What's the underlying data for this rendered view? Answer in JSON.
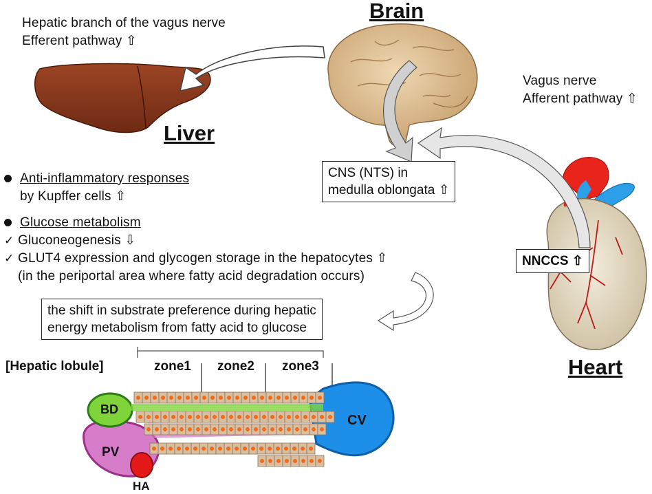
{
  "titles": {
    "brain": "Brain",
    "liver": "Liver",
    "heart": "Heart"
  },
  "hepatic_branch": {
    "line1": "Hepatic branch of  the vagus nerve",
    "line2": "Efferent pathway ⇧"
  },
  "vagus_nerve": {
    "line1": "Vagus nerve",
    "line2": "Afferent pathway ⇧"
  },
  "cns_box": {
    "line1": "CNS (NTS) in",
    "line2": "medulla oblongata ⇧"
  },
  "nnccs_box": "NNCCS ⇧",
  "anti_inflammatory": {
    "line1": "Anti-inflammatory  responses",
    "line2": "by Kupffer  cells ⇧"
  },
  "glucose": {
    "heading": "Glucose metabolism",
    "check1": "Gluconeogenesis ⇩",
    "check2": "GLUT4 expression and glycogen storage in the hepatocytes ⇧",
    "note": "(in the periportal area where fatty acid degradation occurs)"
  },
  "shift_box": {
    "line1": "the shift in substrate preference during hepatic",
    "line2": "energy metabolism  from fatty acid to glucose"
  },
  "lobule": {
    "heading": "[Hepatic lobule]",
    "zone1": "zone1",
    "zone2": "zone2",
    "zone3": "zone3",
    "bd": "BD",
    "pv": "PV",
    "ha": "HA",
    "cv": "CV"
  },
  "colors": {
    "liver": "#8b3a1e",
    "brain": "#d9bd92",
    "heart_body": "#ece3cf",
    "aorta": "#e8241c",
    "vein": "#2d9ee8",
    "bd_green": "#7fd43a",
    "pv_pink": "#d77cc8",
    "ha_red": "#e41a1a",
    "cv_blue": "#1e8fe8",
    "hepatocyte": "#d9bf9f",
    "nucleus": "#f26a1b"
  },
  "icons": [
    "bullet-icon",
    "checkmark-icon",
    "up-arrow-icon",
    "down-arrow-icon",
    "curved-arrow-icon"
  ]
}
